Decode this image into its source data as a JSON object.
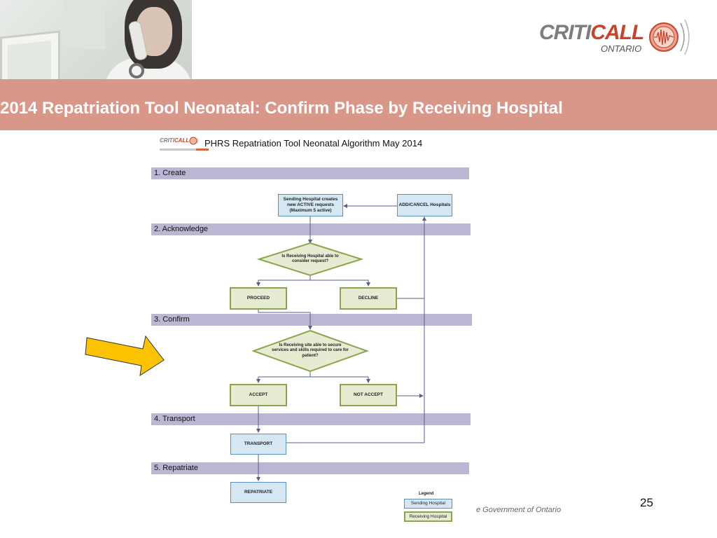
{
  "logo": {
    "word_grey": "CRITI",
    "word_red": "CALL",
    "subtitle": "ONTARIO"
  },
  "slide": {
    "title": "2014 Repatriation Tool Neonatal: Confirm Phase by Receiving Hospital",
    "footer": "e Government of Ontario",
    "page_number": "25"
  },
  "document": {
    "mini_logo_grey": "CRITI",
    "mini_logo_red": "CALL",
    "title": "PHRS Repatriation Tool Neonatal Algorithm May 2014",
    "phases": [
      "1.  Create",
      "2.  Acknowledge",
      "3.  Confirm",
      "4.  Transport",
      "5.  Repatriate"
    ],
    "nodes": {
      "sending_create": "Sending Hospital creates new ACTIVE requests (Maximum 5 active)",
      "add_cancel": "ADD/CANCEL Hospitals",
      "receiving_able": "Is Receiving Hospital able to consider request?",
      "proceed": "PROCEED",
      "decline": "DECLINE",
      "site_able": "Is Receiving site able to secure services and skills required to care for patient?",
      "accept": "ACCEPT",
      "not_accept": "NOT ACCEPT",
      "transport": "TRANSPORT",
      "repatriate": "REPATRIATE"
    },
    "legend": {
      "title": "Legend",
      "sending": "Sending Hospital",
      "receiving": "Receiving Hospital"
    }
  },
  "colors": {
    "title_band": "#d9978a",
    "phase_band": "#bbb6d2",
    "sending_fill": "#d6e7f4",
    "sending_border": "#5d8fbc",
    "receiving_fill": "#e7ebd2",
    "receiving_border": "#8aa64d",
    "pointer_arrow": "#fcc400",
    "logo_red": "#c8432b"
  }
}
